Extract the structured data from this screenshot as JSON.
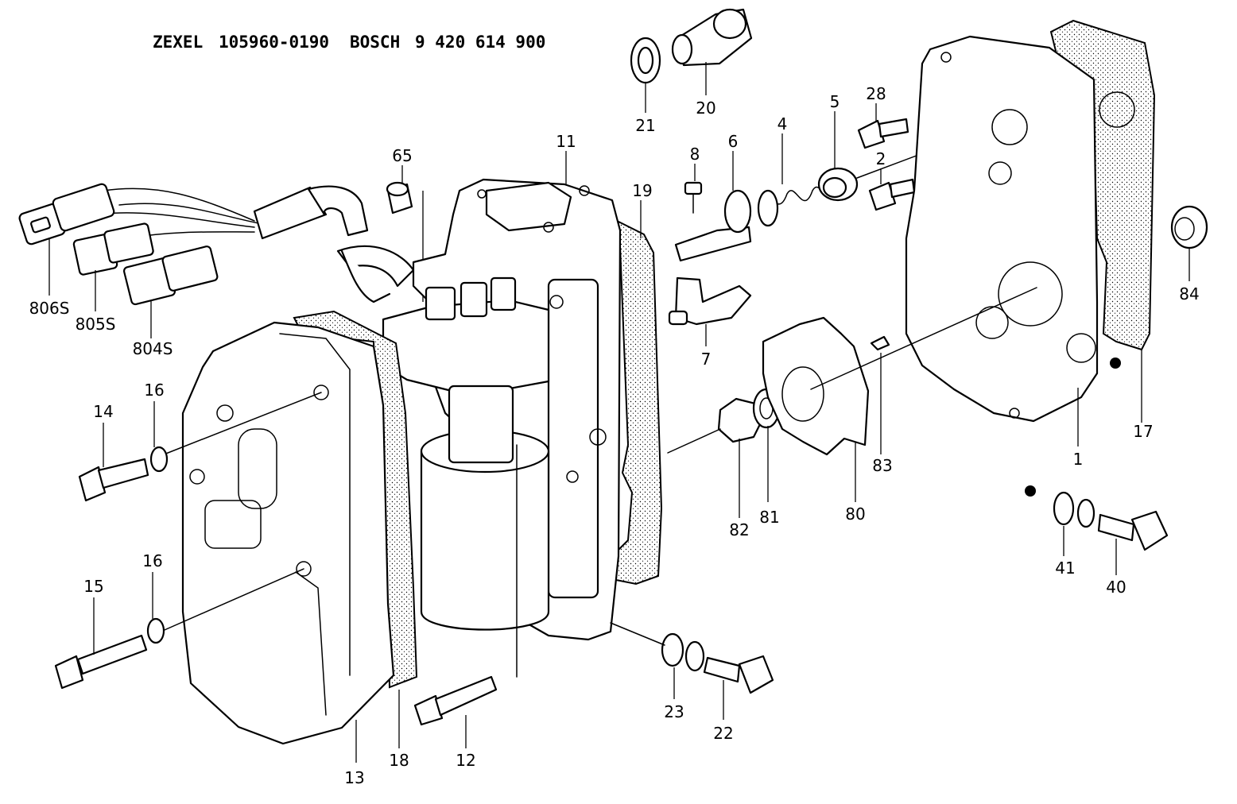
{
  "header": {
    "brand1": "ZEXEL",
    "part1": "105960-0190",
    "brand2": "BOSCH",
    "part2": "9 420 614 900"
  },
  "callouts": {
    "c21": "21",
    "c20": "20",
    "c65": "65",
    "c11": "11",
    "c19": "19",
    "c8": "8",
    "c6": "6",
    "c4": "4",
    "c5": "5",
    "c28": "28",
    "c2": "2",
    "c806s": "806S",
    "c805s": "805S",
    "c804s": "804S",
    "c7": "7",
    "c84": "84",
    "c17": "17",
    "c1": "1",
    "c14": "14",
    "c16a": "16",
    "c15": "15",
    "c16b": "16",
    "c13": "13",
    "c18": "18",
    "c12": "12",
    "c82": "82",
    "c81": "81",
    "c80": "80",
    "c83": "83",
    "c23": "23",
    "c22": "22",
    "c41": "41",
    "c40": "40"
  },
  "colors": {
    "line": "#000000",
    "background": "#ffffff",
    "stipple": "#000000"
  }
}
